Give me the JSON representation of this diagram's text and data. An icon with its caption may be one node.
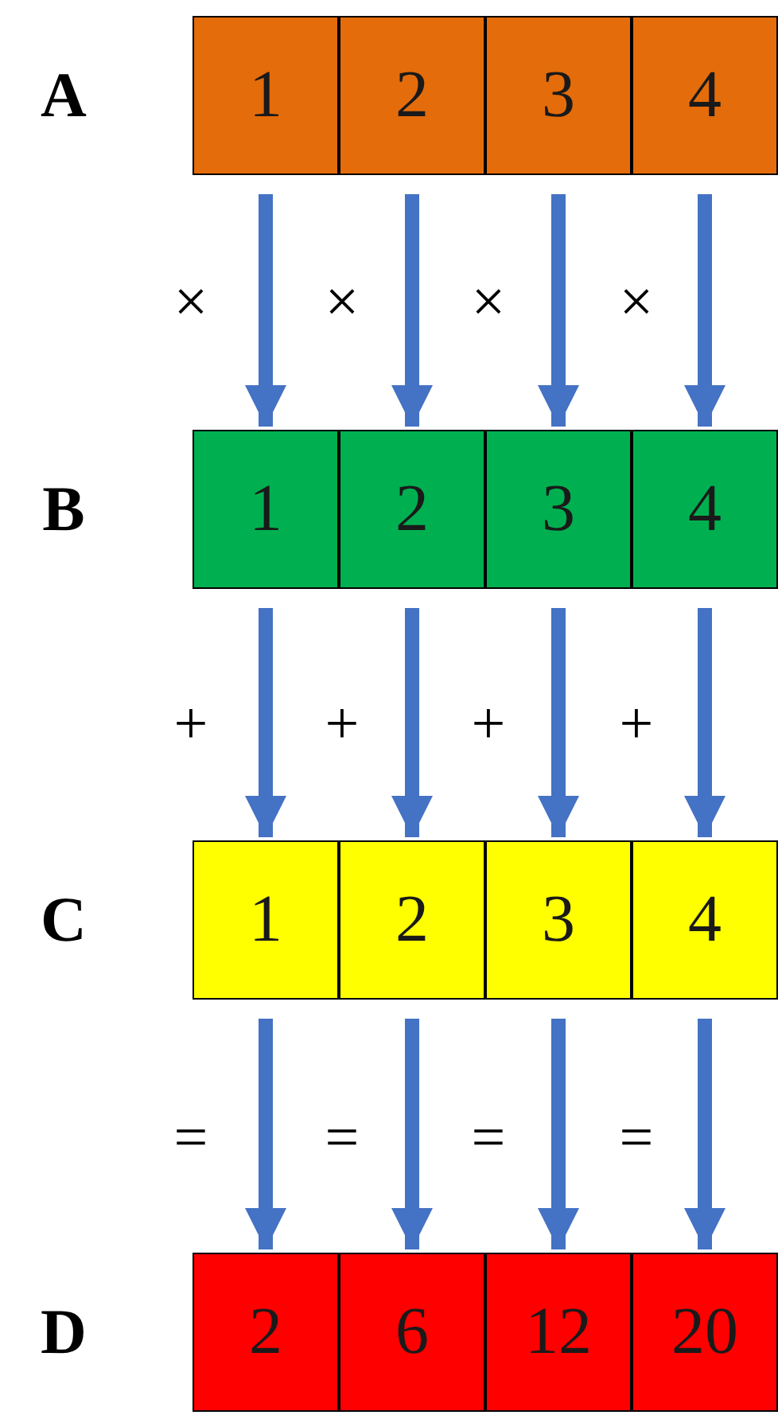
{
  "diagram": {
    "nodes": [
      {
        "text": [
          "1"
        ]
      },
      {
        "text": [
          "2"
        ]
      },
      {
        "text": [
          "3"
        ]
      },
      {
        "text": [
          "4"
        ]
      },
      {
        "text": [
          "1"
        ]
      },
      {
        "text": [
          "2"
        ]
      },
      {
        "text": [
          "3"
        ]
      },
      {
        "text": [
          "4"
        ]
      },
      {
        "text": [
          "1"
        ]
      },
      {
        "text": [
          "2"
        ]
      },
      {
        "text": [
          "3"
        ]
      },
      {
        "text": [
          "4"
        ]
      },
      {
        "text": [
          "2"
        ]
      },
      {
        "text": [
          "6"
        ]
      },
      {
        "text": [
          "12"
        ]
      },
      {
        "text": [
          "20"
        ]
      }
    ],
    "edges": [
      {
        "from": 0,
        "to": 4,
        "arrow": "to"
      },
      {
        "from": 1,
        "to": 5,
        "arrow": "to"
      },
      {
        "from": 2,
        "to": 6,
        "arrow": "to"
      },
      {
        "from": 3,
        "to": 7,
        "arrow": "to"
      },
      {
        "from": 4,
        "to": 8,
        "arrow": "to"
      },
      {
        "from": 5,
        "to": 9,
        "arrow": "to"
      },
      {
        "from": 6,
        "to": 10,
        "arrow": "to"
      },
      {
        "from": 7,
        "to": 11,
        "arrow": "to"
      },
      {
        "from": 8,
        "to": 12,
        "arrow": "to"
      },
      {
        "from": 9,
        "to": 13,
        "arrow": "to"
      },
      {
        "from": 10,
        "to": 14,
        "arrow": "to"
      },
      {
        "from": 11,
        "to": 15,
        "arrow": "to"
      }
    ],
    "labels": [
      "A",
      "×",
      "×",
      "×",
      "×",
      "B",
      "+",
      "+",
      "+",
      "+",
      "C",
      "=",
      "=",
      "=",
      "=",
      "D"
    ]
  }
}
